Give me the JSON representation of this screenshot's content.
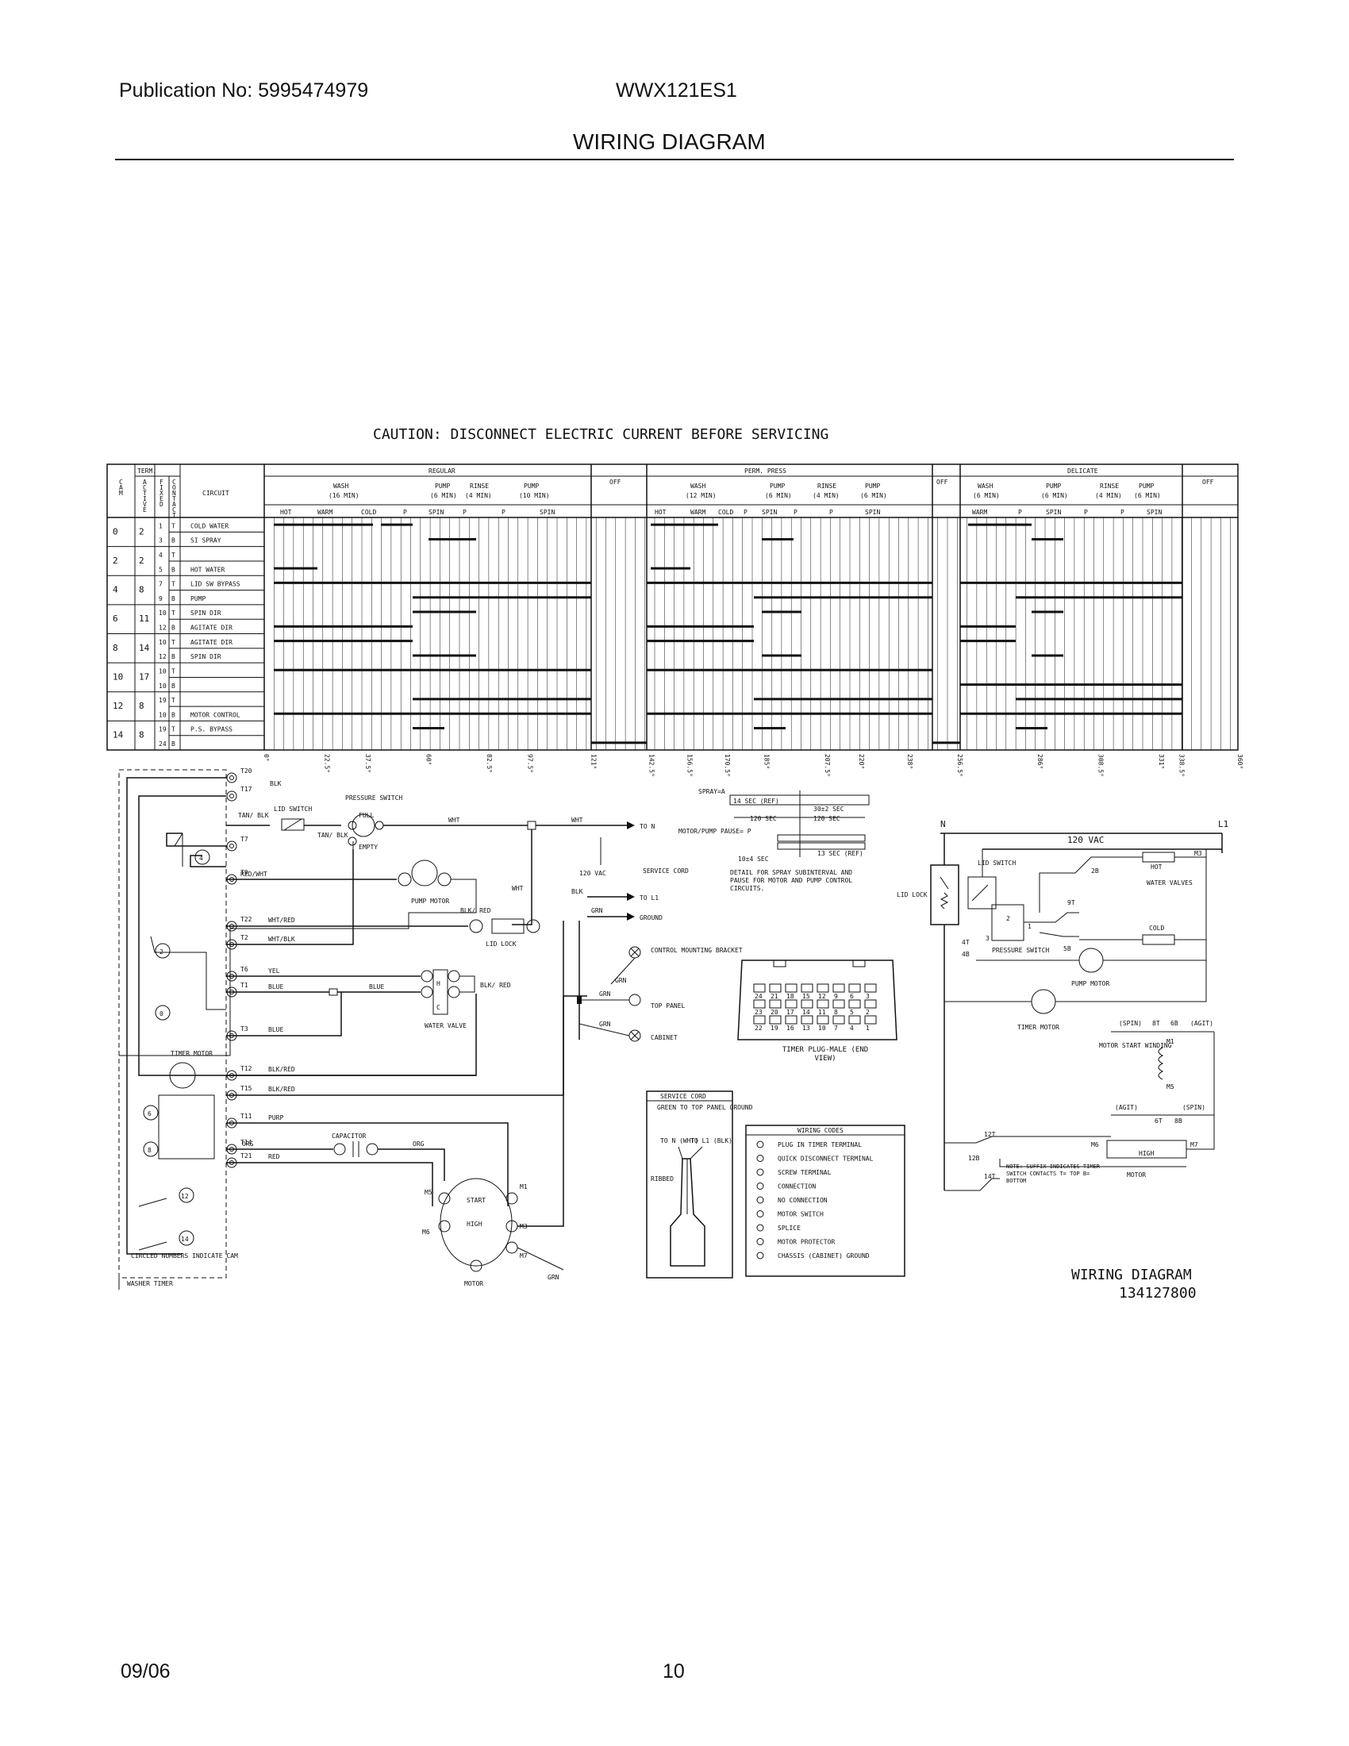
{
  "header": {
    "publication": "Publication No: 5995474979",
    "model": "WWX121ES1",
    "page_title": "WIRING DIAGRAM"
  },
  "footer": {
    "date": "09/06",
    "page": "10"
  },
  "caution": "CAUTION: DISCONNECT ELECTRIC CURRENT BEFORE SERVICING",
  "timer_chart": {
    "col_heads": {
      "cam": "CAM",
      "active": "ACTIVE",
      "fixed": "FIXED",
      "contact": "CONTACT",
      "term": "TERM.",
      "circuit": "CIRCUIT"
    },
    "cycles": [
      {
        "name": "REGULAR",
        "phases": [
          "WASH (16 MIN)",
          "PUMP (6 MIN)",
          "RINSE (4 MIN)",
          "PUMP (10 MIN)"
        ],
        "steps": [
          "HOT",
          "WARM",
          "COLD",
          "P",
          "SPIN",
          "P",
          "P",
          "SPIN"
        ]
      },
      {
        "name": "PERM. PRESS",
        "phases": [
          "WASH (12 MIN)",
          "PUMP (6 MIN)",
          "RINSE (4 MIN)",
          "PUMP (6 MIN)"
        ],
        "steps": [
          "HOT",
          "WARM",
          "COLD",
          "P",
          "SPIN",
          "P",
          "P",
          "SPIN"
        ]
      },
      {
        "name": "DELICATE",
        "phases": [
          "WASH (6 MIN)",
          "PUMP (6 MIN)",
          "RINSE (4 MIN)",
          "PUMP (6 MIN)"
        ],
        "steps": [
          "WARM",
          "P",
          "SPIN",
          "P",
          "P",
          "SPIN"
        ]
      }
    ],
    "off_label": "OFF",
    "rows": [
      {
        "cam": "0",
        "active": "2",
        "fixed": "1",
        "contact": "T",
        "circuit": "COLD WATER"
      },
      {
        "cam": "",
        "active": "",
        "fixed": "3",
        "contact": "B",
        "circuit": "SI SPRAY"
      },
      {
        "cam": "2",
        "active": "2",
        "fixed": "4",
        "contact": "T",
        "circuit": ""
      },
      {
        "cam": "",
        "active": "",
        "fixed": "5",
        "contact": "B",
        "circuit": "HOT WATER"
      },
      {
        "cam": "4",
        "active": "8",
        "fixed": "7",
        "contact": "T",
        "circuit": "LID SW BYPASS"
      },
      {
        "cam": "",
        "active": "",
        "fixed": "9",
        "contact": "B",
        "circuit": "PUMP"
      },
      {
        "cam": "6",
        "active": "11",
        "fixed": "10",
        "contact": "T",
        "circuit": "SPIN DIR"
      },
      {
        "cam": "",
        "active": "",
        "fixed": "12",
        "contact": "B",
        "circuit": "AGITATE DIR"
      },
      {
        "cam": "8",
        "active": "14",
        "fixed": "10",
        "contact": "T",
        "circuit": "AGITATE DIR"
      },
      {
        "cam": "",
        "active": "",
        "fixed": "12",
        "contact": "B",
        "circuit": "SPIN DIR"
      },
      {
        "cam": "10",
        "active": "17",
        "fixed": "10",
        "contact": "T",
        "circuit": ""
      },
      {
        "cam": "",
        "active": "",
        "fixed": "10",
        "contact": "B",
        "circuit": ""
      },
      {
        "cam": "12",
        "active": "8",
        "fixed": "19",
        "contact": "T",
        "circuit": ""
      },
      {
        "cam": "",
        "active": "",
        "fixed": "10",
        "contact": "B",
        "circuit": "MOTOR CONTROL"
      },
      {
        "cam": "14",
        "active": "8",
        "fixed": "19",
        "contact": "T",
        "circuit": "P.S. BYPASS"
      },
      {
        "cam": "",
        "active": "",
        "fixed": "24",
        "contact": "B",
        "circuit": ""
      }
    ],
    "degree_marks": [
      "0°",
      "22.5°",
      "37.5°",
      "60°",
      "82.5°",
      "97.5°",
      "121°",
      "142.5°",
      "156.5°",
      "170.5°",
      "185°",
      "207.5°",
      "220°",
      "238°",
      "256.5°",
      "286°",
      "308.5°",
      "331°",
      "338.5°",
      "360°"
    ]
  },
  "schematic": {
    "terminals": [
      "T20",
      "T17",
      "T7",
      "T9",
      "T22",
      "T2",
      "T6",
      "T1",
      "T3",
      "T12",
      "T15",
      "T11",
      "T14",
      "T21"
    ],
    "wire_labels": {
      "blk": "BLK",
      "tan_blk": "TAN/ BLK",
      "red_wht": "RED/WHT",
      "wht_red": "WHT/RED",
      "wht_blk": "WHT/BLK",
      "yel": "YEL",
      "blue1": "BLUE",
      "blue2": "BLUE",
      "blue3": "BLUE",
      "blk_red_t12": "BLK/RED",
      "blk_red_t15": "BLK/RED",
      "purp": "PURP",
      "org1": "ORG",
      "org2": "ORG",
      "red": "RED",
      "wht1": "WHT",
      "wht2": "WHT",
      "wht3": "WHT",
      "blk_red2": "BLK/ RED",
      "blk_red3": "BLK/ RED",
      "blk2": "BLK",
      "grn1": "GRN",
      "grn2": "GRN",
      "grn3": "GRN",
      "grn4": "GRN",
      "grn5": "GRN"
    },
    "components": {
      "lid_switch": "LID SWITCH",
      "pressure_switch": "PRESSURE SWITCH",
      "full": "FULL",
      "empty": "EMPTY",
      "pump_motor": "PUMP MOTOR",
      "lid_lock": "LID LOCK",
      "water_valve": "WATER VALVE",
      "timer_motor": "TIMER MOTOR",
      "capacitor": "CAPACITOR",
      "motor": "MOTOR",
      "start": "START",
      "high": "HIGH",
      "cam_note": "CIRCLED NUMBERS INDICATE CAM",
      "washer_timer": "WASHER TIMER",
      "to_n": "TO N",
      "to_l1": "TO L1",
      "ground": "GROUND",
      "vac": "120 VAC",
      "service_cord": "SERVICE CORD",
      "control_bracket": "CONTROL MOUNTING BRACKET",
      "top_panel": "TOP PANEL",
      "cabinet": "CABINET",
      "motor_terms": [
        "M5",
        "M1",
        "M6",
        "M3",
        "M7"
      ]
    },
    "cams": [
      "4",
      "2",
      "0",
      "6",
      "8",
      "12",
      "14"
    ]
  },
  "spray_detail": {
    "spray_a": "SPRAY=A",
    "motor_pump_pause": "MOTOR/PUMP PAUSE= P",
    "t14": "14 SEC (REF)",
    "t120a": "120 SEC",
    "t120b": "120 SEC",
    "t30": "30±2 SEC",
    "t13": "13 SEC (REF)",
    "t10": "10±4 SEC",
    "caption": "DETAIL FOR SPRAY SUBINTERVAL AND PAUSE FOR MOTOR AND PUMP CONTROL CIRCUITS."
  },
  "timer_plug": {
    "rows": [
      [
        "24",
        "21",
        "18",
        "15",
        "12",
        "9",
        "6",
        "3"
      ],
      [
        "23",
        "20",
        "17",
        "14",
        "11",
        "8",
        "5",
        "2"
      ],
      [
        "22",
        "19",
        "16",
        "13",
        "10",
        "7",
        "4",
        "1"
      ]
    ],
    "caption": "TIMER PLUG-MALE (END VIEW)"
  },
  "service_cord_box": {
    "title": "SERVICE CORD",
    "sub": "GREEN TO TOP PANEL GROUND",
    "to_n": "TO N (WHT)",
    "to_l1": "TO L1 (BLK)",
    "ribbed": "RIBBED"
  },
  "wiring_codes": {
    "title": "WIRING CODES",
    "items": [
      "PLUG IN TIMER TERMINAL",
      "QUICK DISCONNECT TERMINAL",
      "SCREW TERMINAL",
      "CONNECTION",
      "NO CONNECTION",
      "MOTOR SWITCH",
      "SPLICE",
      "MOTOR PROTECTOR",
      "CHASSIS (CABINET) GROUND"
    ]
  },
  "ladder": {
    "n": "N",
    "l1": "L1",
    "vac": "120 VAC",
    "lid_switch": "LID SWITCH",
    "lid_lock": "LID LOCK",
    "pressure_switch": "PRESSURE SWITCH",
    "hot": "HOT",
    "cold": "COLD",
    "water_valves": "WATER VALVES",
    "pump_motor": "PUMP MOTOR",
    "timer_motor": "TIMER MOTOR",
    "spin": "(SPIN)",
    "agit": "(AGIT)",
    "agit2": "(AGIT)",
    "spin2": "(SPIN)",
    "motor_start": "MOTOR START WINDING",
    "high": "HIGH",
    "motor": "MOTOR",
    "note": "NOTE: SUFFIX INDICATES TIMER SWITCH CONTACTS T= TOP B= BOTTOM",
    "contacts": [
      "M3",
      "2B",
      "9T",
      "5B",
      "4T",
      "4B",
      "8T",
      "6B",
      "M1",
      "M5",
      "6T",
      "8B",
      "12T",
      "12B",
      "14T",
      "M6",
      "M7"
    ],
    "switch_nums": [
      "2",
      "1",
      "3"
    ]
  },
  "diagram_title": "WIRING DIAGRAM",
  "diagram_number": "134127800"
}
